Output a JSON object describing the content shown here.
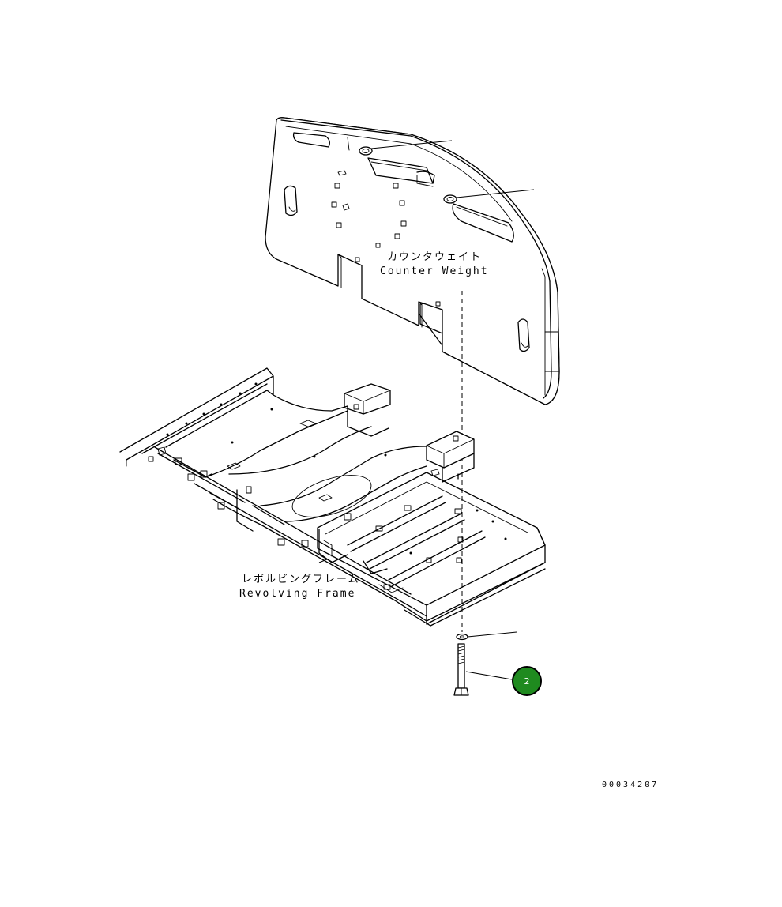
{
  "labels": {
    "counterweight_jp": "カウンタウェイト",
    "counterweight_en": "Counter Weight",
    "frame_jp": "レボルビングフレーム",
    "frame_en": "Revolving Frame"
  },
  "callouts": {
    "balloon_2": "2"
  },
  "drawing_code": "00034207",
  "colors": {
    "balloon_fill": "#1f8a1f",
    "line": "#000000",
    "background": "#ffffff"
  }
}
